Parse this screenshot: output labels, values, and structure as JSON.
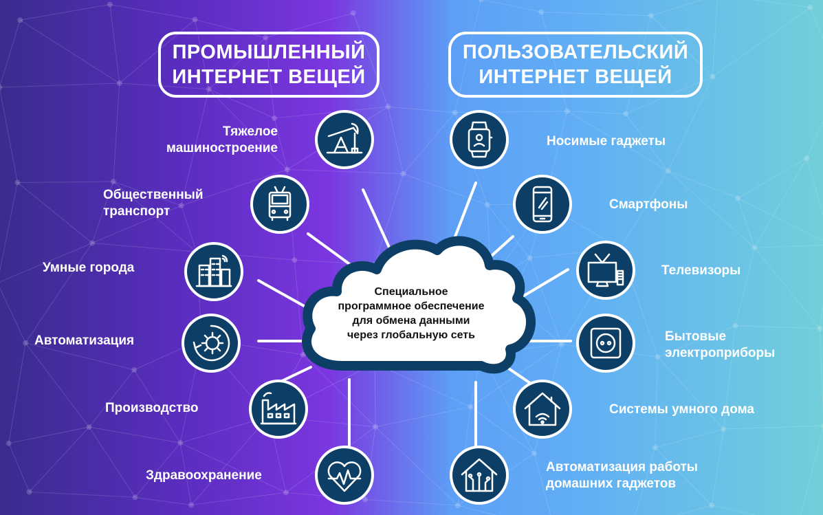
{
  "headers": {
    "left": {
      "line1": "ПРОМЫШЛЕННЫЙ",
      "line2": "ИНТЕРНЕТ ВЕЩЕЙ"
    },
    "right": {
      "line1": "ПОЛЬЗОВАТЕЛЬСКИЙ",
      "line2": "ИНТЕРНЕТ ВЕЩЕЙ"
    }
  },
  "center": {
    "lines": [
      "Специальное",
      "программное обеспечение",
      "для обмена данными",
      "через глобальную сеть"
    ]
  },
  "left_items": [
    {
      "line1": "Тяжелое",
      "line2": "машиностроение",
      "icon": "oil-pump-icon"
    },
    {
      "line1": "Общественный",
      "line2": "транспорт",
      "icon": "bus-icon"
    },
    {
      "line1": "Умные города",
      "line2": "",
      "icon": "city-icon"
    },
    {
      "line1": "Автоматизация",
      "line2": "",
      "icon": "gear-cycle-icon"
    },
    {
      "line1": "Производство",
      "line2": "",
      "icon": "factory-icon"
    },
    {
      "line1": "Здравоохранение",
      "line2": "",
      "icon": "heart-pulse-icon"
    }
  ],
  "right_items": [
    {
      "line1": "Носимые гаджеты",
      "line2": "",
      "icon": "smartwatch-icon"
    },
    {
      "line1": "Смартфоны",
      "line2": "",
      "icon": "smartphone-icon"
    },
    {
      "line1": "Телевизоры",
      "line2": "",
      "icon": "tv-icon"
    },
    {
      "line1": "Бытовые",
      "line2": "электроприборы",
      "icon": "power-socket-icon"
    },
    {
      "line1": "Системы умного дома",
      "line2": "",
      "icon": "smart-home-icon"
    },
    {
      "line1": "Автоматизация работы",
      "line2": "домашних гаджетов",
      "icon": "home-circuit-icon"
    }
  ],
  "colors": {
    "gradient_left": "#3a2c8e",
    "gradient_mid": "#7b36e0",
    "gradient_right": "#72cfd9",
    "icon_fill": "#0d3f66",
    "outline": "#ffffff"
  }
}
